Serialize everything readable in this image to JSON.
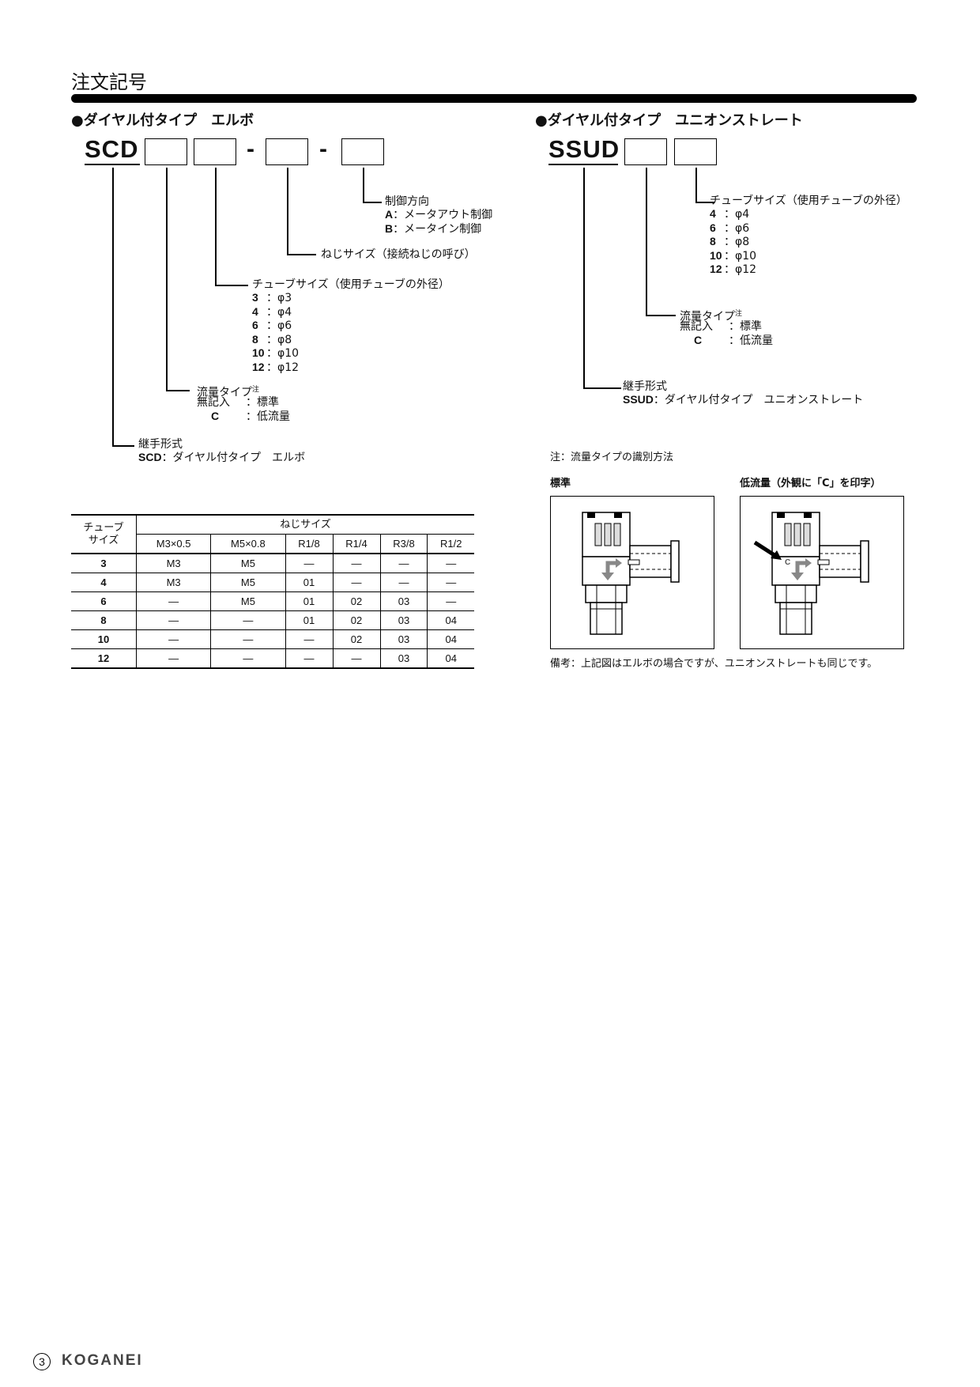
{
  "page_title": "注文記号",
  "left": {
    "heading": "●ダイヤル付タイプ　エルボ",
    "code": "SCD",
    "dash": "-",
    "control": {
      "label": "制御方向",
      "options": [
        {
          "k": "A",
          "v": "：メータアウト制御"
        },
        {
          "k": "B",
          "v": "：メータイン制御"
        }
      ]
    },
    "thread": {
      "label": "ねじサイズ（接続ねじの呼び）"
    },
    "tube": {
      "label": "チューブサイズ（使用チューブの外径）",
      "options": [
        {
          "k": "3",
          "v": "：φ3"
        },
        {
          "k": "4",
          "v": "：φ4"
        },
        {
          "k": "6",
          "v": "：φ6"
        },
        {
          "k": "8",
          "v": "：φ8"
        },
        {
          "k": "10",
          "v": "：φ10"
        },
        {
          "k": "12",
          "v": "：φ12"
        }
      ]
    },
    "flow": {
      "label": "流量タイプ",
      "note_mark": "注",
      "opt1_k": "無記入",
      "opt1_v": "：標準",
      "opt2_k": "C",
      "opt2_v": "：低流量"
    },
    "joint": {
      "label": "継手形式",
      "k": "SCD",
      "v": "：ダイヤル付タイプ　エルボ"
    }
  },
  "right": {
    "heading": "●ダイヤル付タイプ　ユニオンストレート",
    "code": "SSUD",
    "tube": {
      "label": "チューブサイズ（使用チューブの外径）",
      "options": [
        {
          "k": "4",
          "v": "：φ4"
        },
        {
          "k": "6",
          "v": "：φ6"
        },
        {
          "k": "8",
          "v": "：φ8"
        },
        {
          "k": "10",
          "v": "：φ10"
        },
        {
          "k": "12",
          "v": "：φ12"
        }
      ]
    },
    "flow": {
      "label": "流量タイプ",
      "note_mark": "注",
      "opt1_k": "無記入",
      "opt1_v": "：標準",
      "opt2_k": "C",
      "opt2_v": "：低流量"
    },
    "joint": {
      "label": "継手形式",
      "k": "SSUD",
      "v": "：ダイヤル付タイプ　ユニオンストレート"
    }
  },
  "note": {
    "title": "注：流量タイプの識別方法",
    "standard_label": "標準",
    "low_label": "低流量（外観に「C」を印字）",
    "c_mark": "C",
    "remark": "備考：上記図はエルボの場合ですが、ユニオンストレートも同じです。"
  },
  "table": {
    "corner_label": "チューブ\nサイズ",
    "corner_line1": "チューブ",
    "corner_line2": "サイズ",
    "group_header": "ねじサイズ",
    "columns": [
      "M3×0.5",
      "M5×0.8",
      "R1/8",
      "R1/4",
      "R3/8",
      "R1/2"
    ],
    "rows": [
      {
        "size": "3",
        "cells": [
          "M3",
          "M5",
          "—",
          "—",
          "—",
          "—"
        ]
      },
      {
        "size": "4",
        "cells": [
          "M3",
          "M5",
          "01",
          "—",
          "—",
          "—"
        ]
      },
      {
        "size": "6",
        "cells": [
          "—",
          "M5",
          "01",
          "02",
          "03",
          "—"
        ]
      },
      {
        "size": "8",
        "cells": [
          "—",
          "—",
          "01",
          "02",
          "03",
          "04"
        ]
      },
      {
        "size": "10",
        "cells": [
          "—",
          "—",
          "—",
          "02",
          "03",
          "04"
        ]
      },
      {
        "size": "12",
        "cells": [
          "—",
          "—",
          "—",
          "—",
          "03",
          "04"
        ]
      }
    ]
  },
  "footer": {
    "page_number": "3",
    "brand": "KOGANEI"
  }
}
